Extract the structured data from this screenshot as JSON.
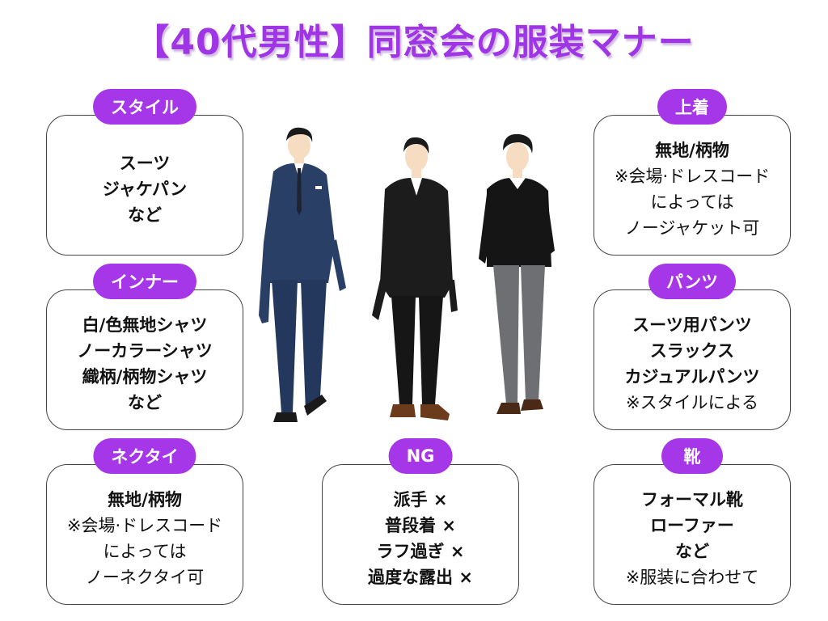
{
  "title": "【40代男性】同窓会の服装マナー",
  "cards": {
    "style": {
      "tag": "スタイル",
      "lines": [
        "スーツ",
        "ジャケパン",
        "など"
      ]
    },
    "inner": {
      "tag": "インナー",
      "lines": [
        "白/色無地シャツ",
        "ノーカラーシャツ",
        "織柄/柄物シャツ",
        "など"
      ]
    },
    "necktie": {
      "tag": "ネクタイ",
      "lines": [
        "無地/柄物",
        "※会場·ドレスコード",
        "によっては",
        "ノーネクタイ可"
      ]
    },
    "ng": {
      "tag": "NG",
      "lines": [
        "派手 ×",
        "普段着 ×",
        "ラフ過ぎ ×",
        "過度な露出 ×"
      ]
    },
    "jacket": {
      "tag": "上着",
      "lines": [
        "無地/柄物",
        "※会場·ドレスコード",
        "によっては",
        "ノージャケット可"
      ]
    },
    "pants": {
      "tag": "パンツ",
      "lines": [
        "スーツ用パンツ",
        "スラックス",
        "カジュアルパンツ",
        "※スタイルによる"
      ]
    },
    "shoes": {
      "tag": "靴",
      "lines": [
        "フォーマル靴",
        "ローファー",
        "など",
        "※服装に合わせて"
      ]
    }
  },
  "colors": {
    "title": "#a035e6",
    "tag": "#a537e8",
    "navy_suit": "#2a3f66",
    "black_suit": "#1c1c1c",
    "gray_pants": "#6e6f73",
    "skin": "#f6dcc0",
    "hair": "#1a1a1a",
    "brown_shoes": "#6b3b1c"
  },
  "illustration": {
    "figures": [
      "man-in-navy-three-piece-suit",
      "man-in-black-suit",
      "man-in-black-sweater-gray-pants"
    ]
  }
}
